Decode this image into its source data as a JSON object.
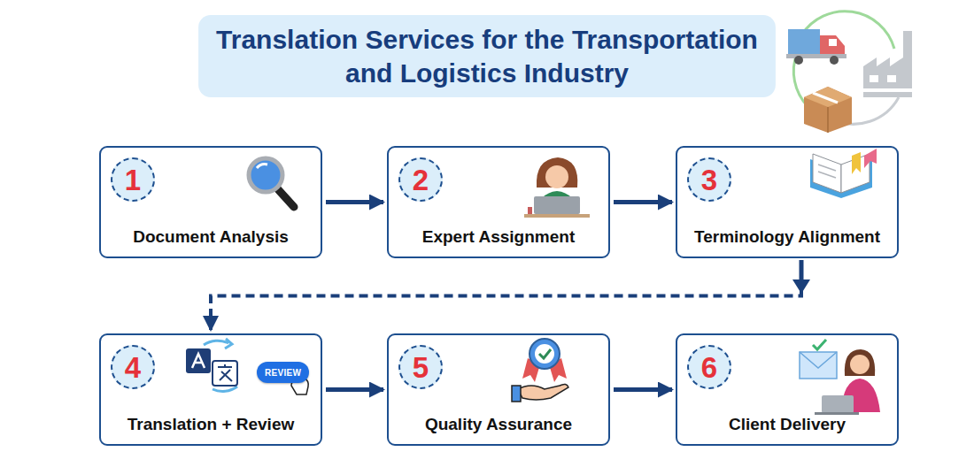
{
  "diagram": {
    "title": "Translation Services for the Transportation and Logistics Industry",
    "nodes": [
      {
        "text": [
          "Document Analysis"
        ]
      },
      {
        "text": [
          "1"
        ],
        "in": 0
      },
      {
        "text": [
          "Expert Assignment"
        ]
      },
      {
        "text": [
          "2"
        ],
        "in": 2
      },
      {
        "text": [
          "Terminology Alignment"
        ]
      },
      {
        "text": [
          "3"
        ],
        "in": 4
      },
      {
        "text": [
          "Translation + Review"
        ]
      },
      {
        "text": [
          "4"
        ],
        "in": 6
      },
      {
        "text": [
          "REVIEW"
        ],
        "in": 6
      },
      {
        "text": [
          "Quality Assurance"
        ]
      },
      {
        "text": [
          "5"
        ],
        "in": 9
      },
      {
        "text": [
          "Client Delivery"
        ]
      },
      {
        "text": [
          "6"
        ],
        "in": 11
      }
    ],
    "edges": [
      {
        "from": 0,
        "to": 2,
        "arrow": "to"
      },
      {
        "from": 2,
        "to": 4,
        "arrow": "to"
      },
      {
        "from": 4,
        "to": 6,
        "arrow": "to"
      },
      {
        "from": 6,
        "to": 9,
        "arrow": "to"
      },
      {
        "from": 9,
        "to": 11,
        "arrow": "to"
      }
    ]
  }
}
